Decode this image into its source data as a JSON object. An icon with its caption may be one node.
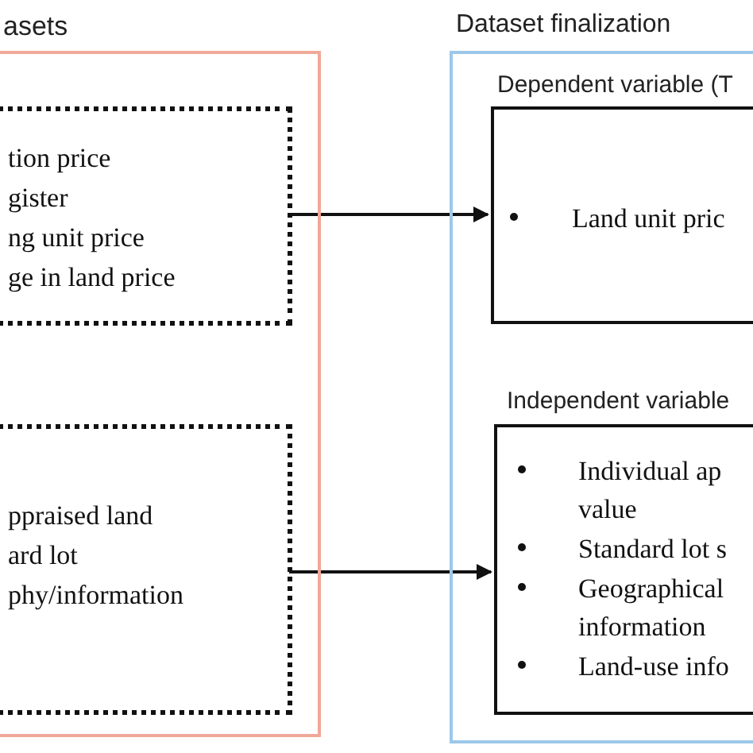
{
  "diagram": {
    "nodes": [
      {
        "text": [
          "asets"
        ]
      },
      {
        "text": [
          "tion price",
          "gister",
          "ng unit price",
          "ge in land price"
        ],
        "in": 0
      },
      {
        "text": [
          "ppraised land",
          "ard lot",
          "phy/information"
        ],
        "in": 0
      },
      {
        "text": [
          "Dataset finalization"
        ]
      },
      {
        "text": [
          "Dependent variable (T",
          "Land unit pric"
        ],
        "in": 3
      },
      {
        "text": [
          "Independent variable",
          "Individual ap value",
          "Standard lot s",
          "Geographical information",
          "Land-use info"
        ],
        "in": 3
      }
    ],
    "edges": [
      {
        "from": 1,
        "to": 4,
        "arrow": "to"
      },
      {
        "from": 2,
        "to": 5,
        "arrow": "to"
      }
    ]
  }
}
